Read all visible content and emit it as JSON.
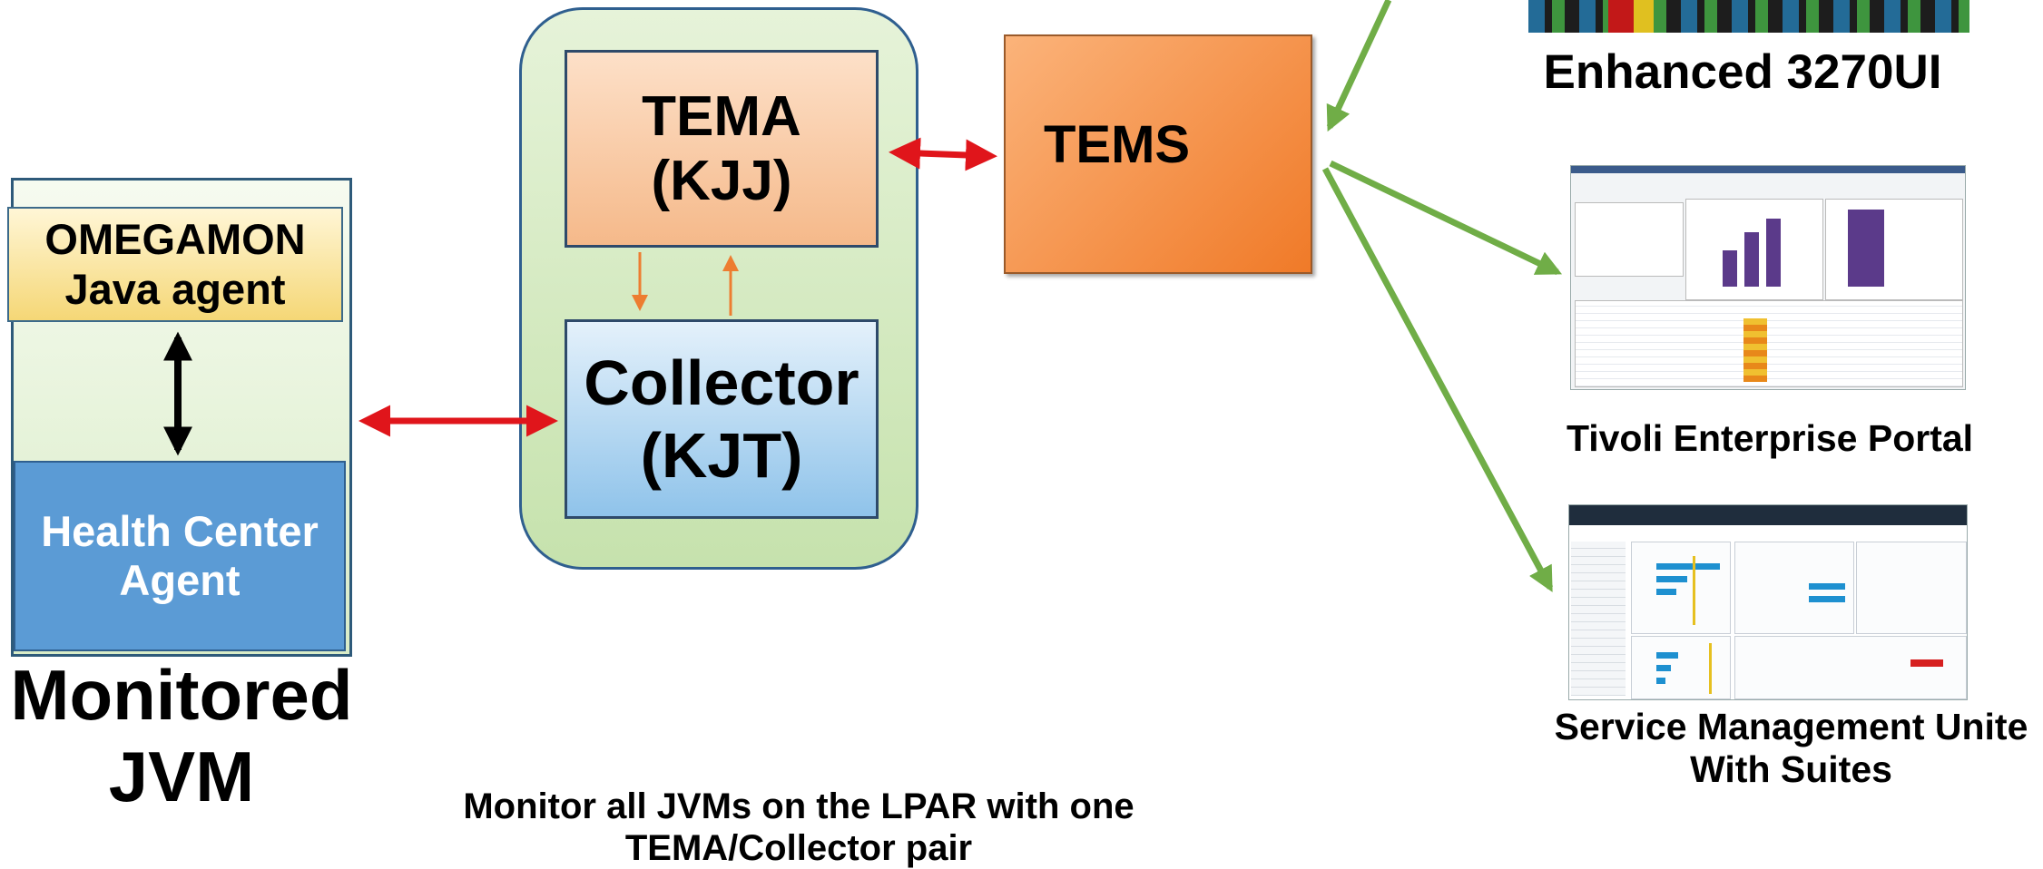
{
  "jvm": {
    "omegamon_line1": "OMEGAMON",
    "omegamon_line2": "Java agent",
    "health_line1": "Health Center",
    "health_line2": "Agent",
    "label_line1": "Monitored",
    "label_line2": "JVM"
  },
  "lpar": {
    "tema_line1": "TEMA",
    "tema_line2": "(KJJ)",
    "collector_line1": "Collector",
    "collector_line2": "(KJT)"
  },
  "tems": {
    "label": "TEMS"
  },
  "interfaces": {
    "enhanced": "Enhanced 3270UI",
    "tep": "Tivoli Enterprise Portal",
    "smu_line1": "Service Management Unite",
    "smu_line2": "With Suites"
  },
  "footer": {
    "caption": "Monitor all JVMs on the LPAR with one TEMA/Collector pair"
  },
  "colors": {
    "arrow_red": "#e0151b",
    "arrow_green": "#70ad47",
    "arrow_orange": "#ed7d31",
    "health_blue": "#5b9bd5",
    "tems_orange": "#f07a28"
  }
}
